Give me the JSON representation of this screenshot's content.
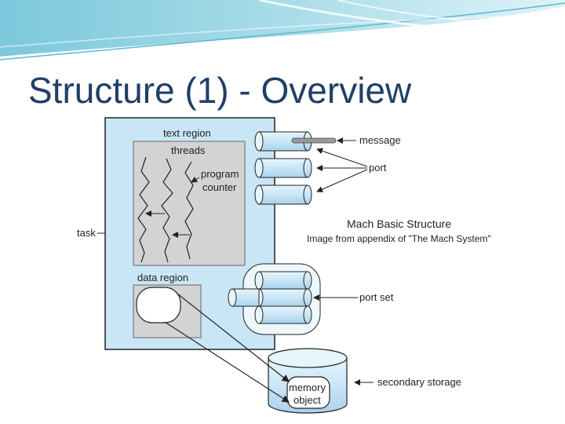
{
  "slide": {
    "title": "Structure (1) - Overview"
  },
  "diagram": {
    "labels": {
      "text_region": "text region",
      "threads": "threads",
      "program": "program",
      "counter": "counter",
      "data_region": "data region",
      "task": "task",
      "message": "message",
      "port": "port",
      "port_set": "port set",
      "secondary_storage": "secondary storage",
      "memory": "memory",
      "object": "object"
    },
    "caption": "Mach Basic Structure",
    "source": "Image from appendix of \"The Mach System\""
  },
  "colors": {
    "title": "#1f3f66",
    "task_fill": "#c9e6f7",
    "region_fill": "#d3d3d3",
    "header_teal": "#8fd0e0"
  }
}
